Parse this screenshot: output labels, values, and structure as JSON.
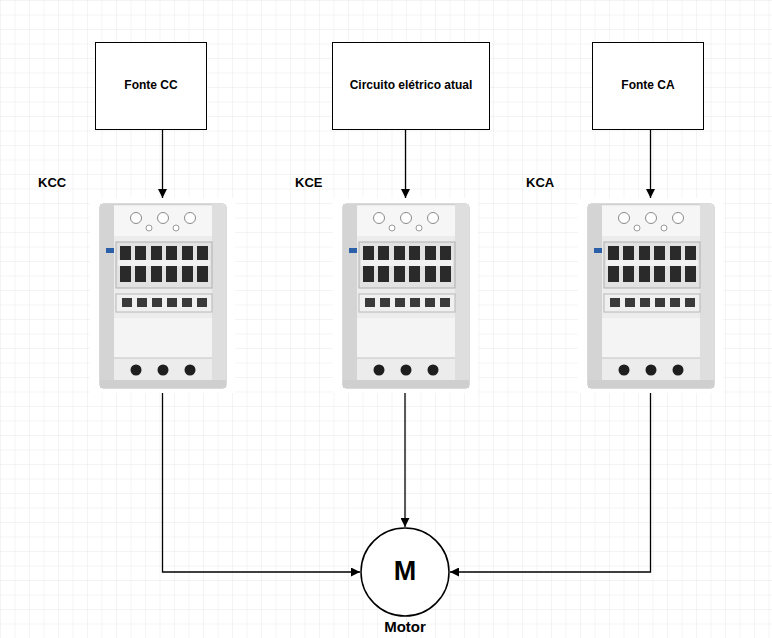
{
  "diagram": {
    "nodes": [
      {
        "text": [
          "Fonte CC"
        ]
      },
      {
        "text": [
          "Circuito elétrico atual"
        ]
      },
      {
        "text": [
          "Fonte CA"
        ]
      },
      {
        "text": [
          "KCC"
        ]
      },
      {
        "text": [
          "KCE"
        ]
      },
      {
        "text": [
          "KCA"
        ]
      },
      {
        "text": [
          "M",
          "Motor"
        ]
      }
    ],
    "edges": [
      {
        "from": 0,
        "to": 3,
        "arrow": "to"
      },
      {
        "from": 1,
        "to": 4,
        "arrow": "to"
      },
      {
        "from": 2,
        "to": 5,
        "arrow": "to"
      },
      {
        "from": 3,
        "to": 6,
        "arrow": "to"
      },
      {
        "from": 4,
        "to": 6,
        "arrow": "to"
      },
      {
        "from": 5,
        "to": 6,
        "arrow": "to"
      }
    ]
  }
}
